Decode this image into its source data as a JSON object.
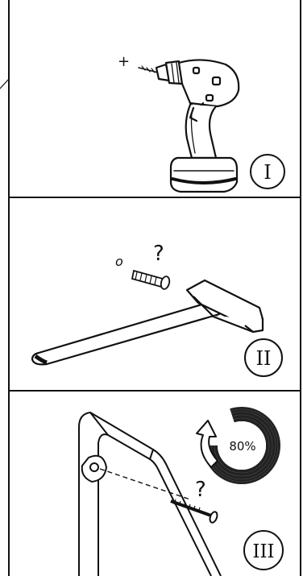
{
  "steps": [
    {
      "numeral": "I",
      "mark": "+"
    },
    {
      "numeral": "II",
      "mark": "o",
      "question": "?"
    },
    {
      "numeral": "III",
      "question": "?",
      "progress_label": "80%",
      "progress_value": 0.8
    }
  ],
  "colors": {
    "ink": "#111111",
    "paper": "#ffffff",
    "ring": "#222222"
  },
  "icons": [
    "drill-icon",
    "wall-plug-icon",
    "hammer-icon",
    "screw-icon",
    "rotate-arrow-icon"
  ]
}
